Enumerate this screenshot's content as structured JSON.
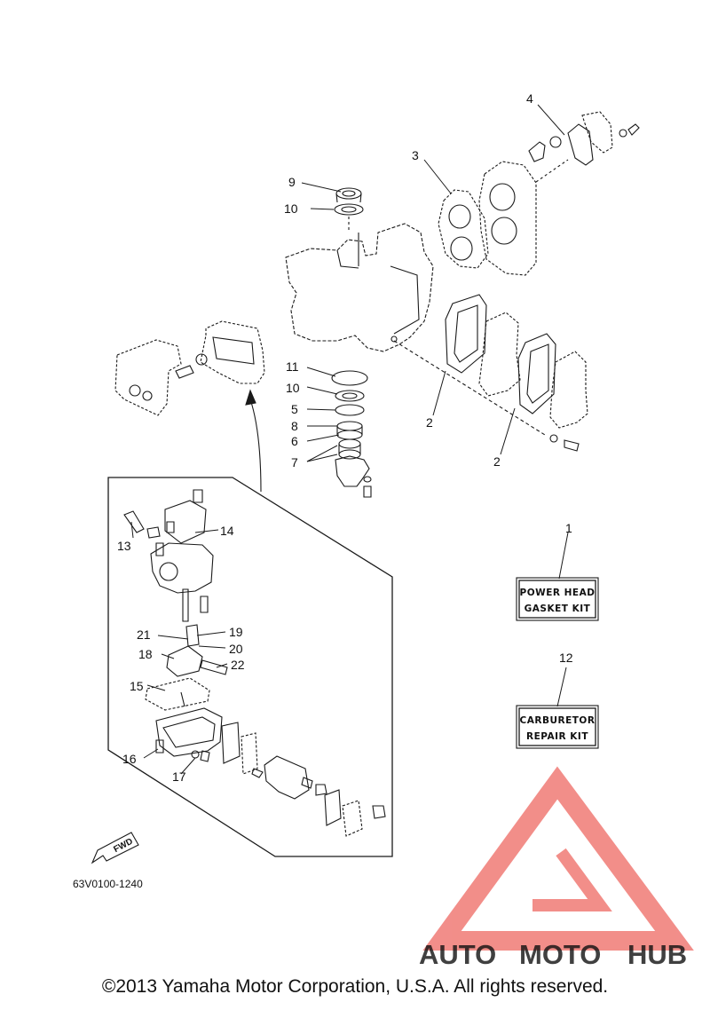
{
  "callouts": {
    "c1": "1",
    "c2a": "2",
    "c2b": "2",
    "c3": "3",
    "c4": "4",
    "c5": "5",
    "c6": "6",
    "c7": "7",
    "c8": "8",
    "c9": "9",
    "c10a": "10",
    "c10b": "10",
    "c11": "11",
    "c12": "12",
    "c13": "13",
    "c14": "14",
    "c15": "15",
    "c16": "16",
    "c17": "17",
    "c18": "18",
    "c19": "19",
    "c20": "20",
    "c21": "21",
    "c22": "22"
  },
  "kits": {
    "power_head": {
      "line1": "POWER HEAD",
      "line2": "GASKET KIT"
    },
    "carburetor": {
      "line1": "CARBURETOR",
      "line2": "REPAIR KIT"
    }
  },
  "fwd_label": "FWD",
  "diagram_code": "63V0100-1240",
  "watermark": {
    "part1": "AUTO",
    "part2": "MOTO",
    "part3": "HUB"
  },
  "copyright": "©2013 Yamaha Motor Corporation, U.S.A. All rights reserved.",
  "colors": {
    "line": "#1a1a1a",
    "brand_red": "#e8322a",
    "brand_orange": "#f5a623",
    "brand_gray": "#555555"
  }
}
